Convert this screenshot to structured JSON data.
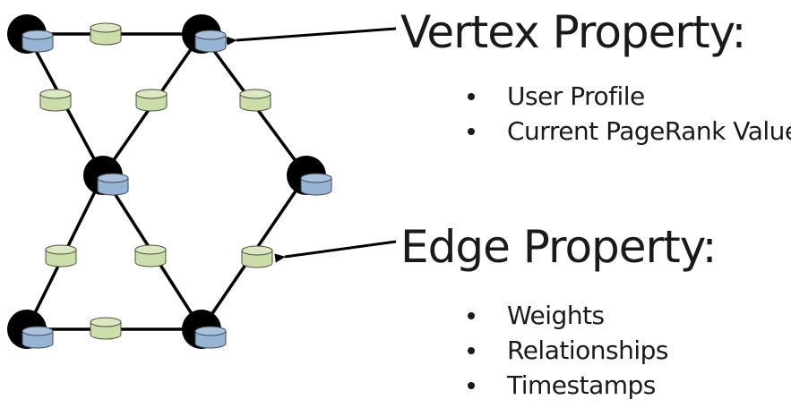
{
  "vertex_property": {
    "title": "Vertex Property:",
    "items": [
      "User Profile",
      "Current PageRank Value"
    ]
  },
  "edge_property": {
    "title": "Edge Property:",
    "items": [
      "Weights",
      "Relationships",
      "Timestamps"
    ]
  },
  "colors": {
    "vertex": "#000000",
    "vertex_property_cylinder": "#98b4d4",
    "edge_property_cylinder": "#cbdda8",
    "edge": "#000000",
    "text": "#1a1a1a"
  }
}
